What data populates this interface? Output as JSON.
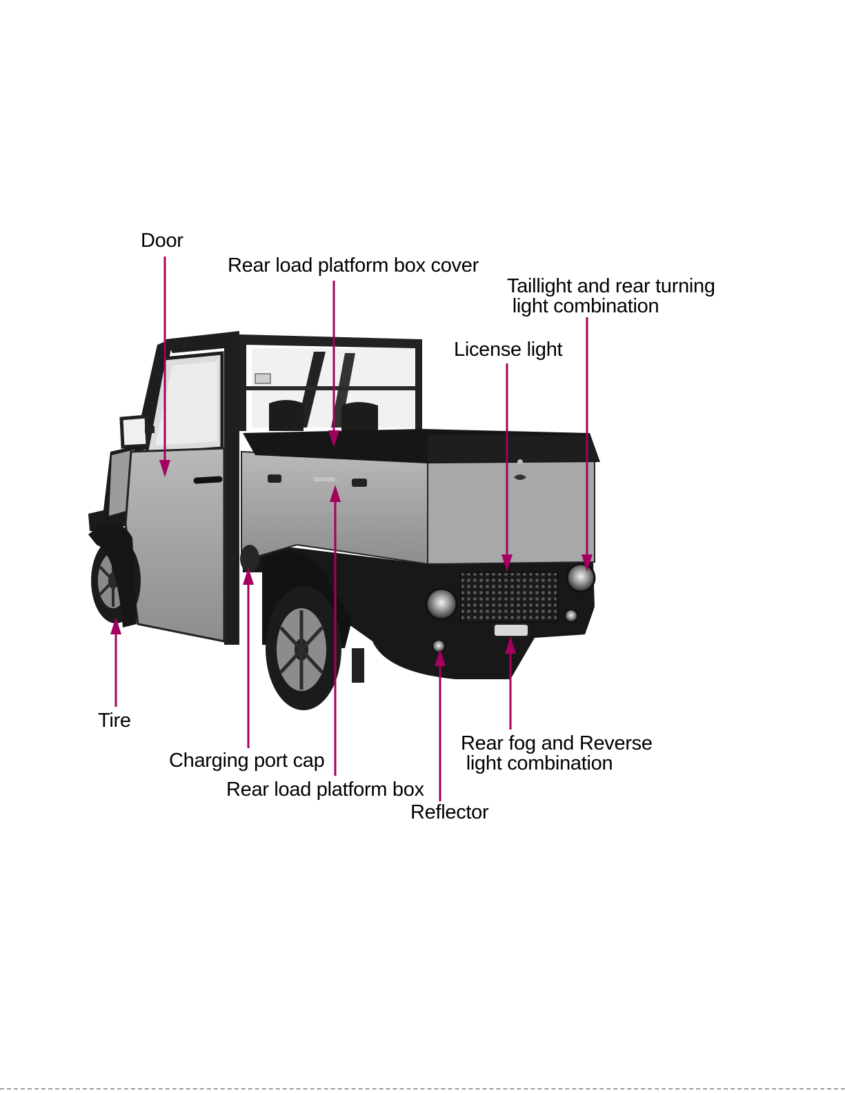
{
  "accent_color": "#a3005f",
  "labels": {
    "door": "Door",
    "box_cover": "Rear load platform box cover",
    "taillight_1": "Taillight and rear turning",
    "taillight_2": " light combination",
    "license_light": "License light",
    "tire": "Tire",
    "charging_port_cap": "Charging port cap",
    "platform_box": "Rear load platform box",
    "reflector": "Reflector",
    "fog_reverse_1": "Rear fog and Reverse",
    "fog_reverse_2": " light combination"
  }
}
